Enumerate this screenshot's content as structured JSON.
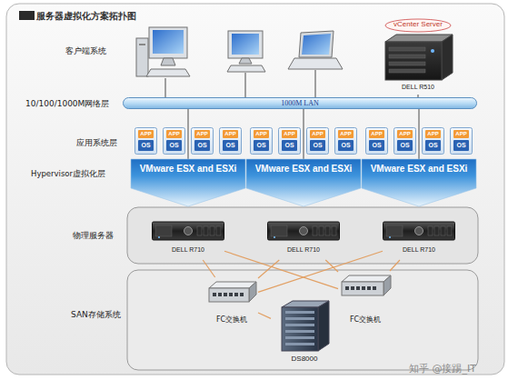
{
  "diagram": {
    "title": "服务器虚拟化方案拓扑图",
    "nodes": [
      {
        "text": [
          "vCenter Server",
          "DELL R510"
        ]
      },
      {
        "text": [
          "1000M LAN"
        ]
      },
      {
        "text": [
          "APP",
          "OS"
        ]
      },
      {
        "text": [
          "APP",
          "OS"
        ]
      },
      {
        "text": [
          "APP",
          "OS"
        ]
      },
      {
        "text": [
          "APP",
          "OS"
        ]
      },
      {
        "text": [
          "APP",
          "OS"
        ]
      },
      {
        "text": [
          "APP",
          "OS"
        ]
      },
      {
        "text": [
          "APP",
          "OS"
        ]
      },
      {
        "text": [
          "APP",
          "OS"
        ]
      },
      {
        "text": [
          "APP",
          "OS"
        ]
      },
      {
        "text": [
          "APP",
          "OS"
        ]
      },
      {
        "text": [
          "APP",
          "OS"
        ]
      },
      {
        "text": [
          "APP",
          "OS"
        ]
      },
      {
        "text": [
          "VMware ESX and ESXi"
        ]
      },
      {
        "text": [
          "VMware ESX and ESXi"
        ]
      },
      {
        "text": [
          "VMware ESX and ESXi"
        ]
      },
      {
        "text": [
          "DELL R710"
        ]
      },
      {
        "text": [
          "DELL R710"
        ]
      },
      {
        "text": [
          "DELL R710"
        ]
      },
      {
        "text": [
          "FC交换机"
        ]
      },
      {
        "text": [
          "FC交换机"
        ]
      },
      {
        "text": [
          "DS8000"
        ]
      }
    ],
    "edges": [
      {
        "from": 0,
        "to": 1,
        "arrow": "none"
      },
      {
        "from": 1,
        "to": 14,
        "arrow": "none"
      },
      {
        "from": 1,
        "to": 15,
        "arrow": "none"
      },
      {
        "from": 1,
        "to": 16,
        "arrow": "none"
      },
      {
        "from": 17,
        "to": 20,
        "arrow": "none"
      },
      {
        "from": 17,
        "to": 21,
        "arrow": "none"
      },
      {
        "from": 18,
        "to": 20,
        "arrow": "none"
      },
      {
        "from": 18,
        "to": 21,
        "arrow": "none"
      },
      {
        "from": 19,
        "to": 20,
        "arrow": "none"
      },
      {
        "from": 19,
        "to": 21,
        "arrow": "none"
      },
      {
        "from": 20,
        "to": 22,
        "arrow": "none"
      },
      {
        "from": 21,
        "to": 22,
        "arrow": "none"
      }
    ],
    "labels": [
      "客户端系统",
      "10/100/1000M网络层",
      "应用系统层",
      "Hypervisor虚拟化层",
      "物理服务器",
      "SAN存储系统",
      "知乎 @接踢_IT"
    ]
  }
}
